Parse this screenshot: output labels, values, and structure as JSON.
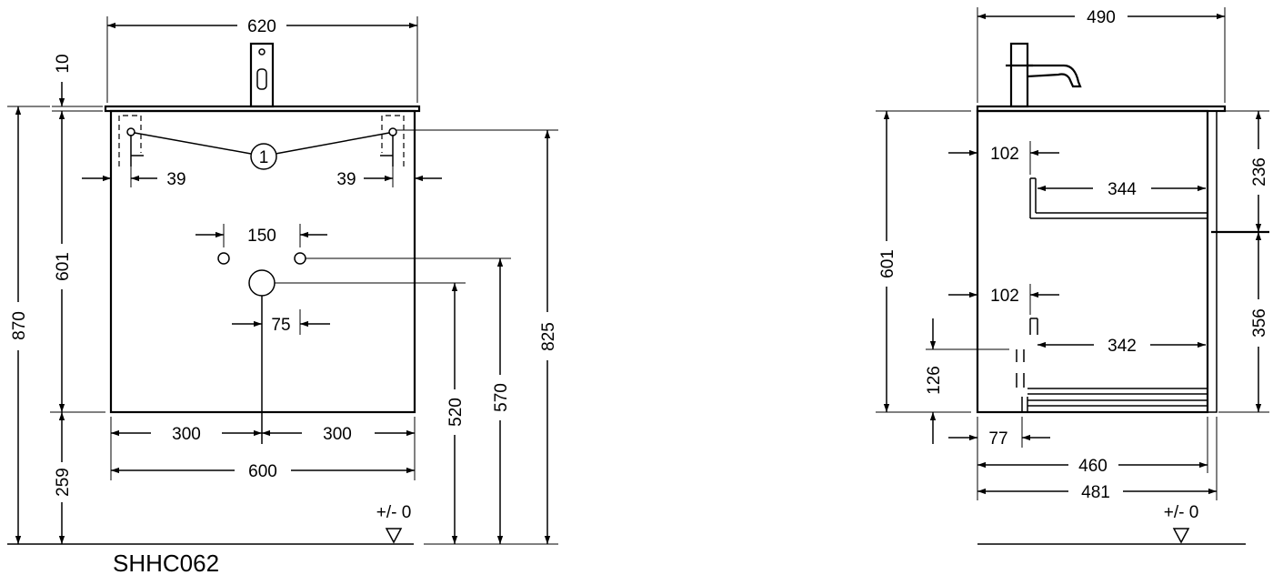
{
  "model": "SHHC062",
  "callout": "1",
  "level": "+/- 0",
  "front": {
    "overall_width": "620",
    "top_thickness": "10",
    "total_height": "870",
    "cabinet_height": "601",
    "bracket_offset_left": "39",
    "bracket_offset_right": "39",
    "tap_holes_spacing": "150",
    "drain_offset": "75",
    "half_width_left": "300",
    "half_width_right": "300",
    "cabinet_width": "600",
    "floor_clearance": "259",
    "drain_height": "520",
    "tap_holes_height": "570",
    "bracket_height": "825"
  },
  "side": {
    "overall_depth": "490",
    "cabinet_height": "601",
    "drawer1_setback": "102",
    "drawer1_depth": "344",
    "drawer1_height": "236",
    "drawer2_setback": "102",
    "drawer2_depth": "342",
    "drawer2_height": "356",
    "plinth_height": "126",
    "plinth_setback": "77",
    "body_depth": "460",
    "total_depth": "481"
  }
}
